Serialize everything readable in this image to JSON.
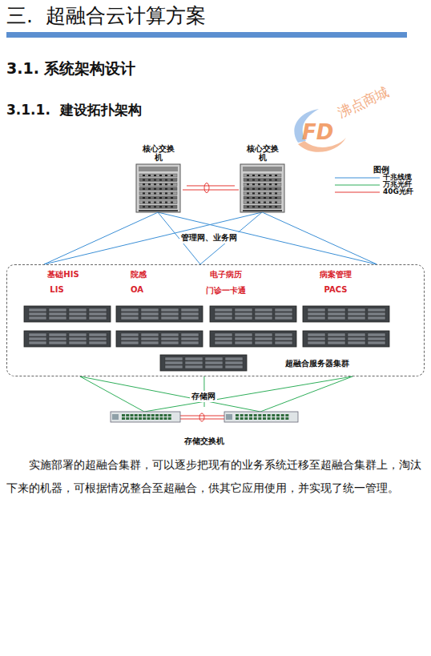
{
  "diagram": {
    "title": "三.  超融合云计算方案",
    "nodes": [
      {
        "text": [
          "核心交换 机"
        ]
      },
      {
        "text": [
          "核心交换 机"
        ]
      },
      {
        "text": [
          "基础HIS",
          "LIS",
          "院感",
          "OA",
          "电子病历",
          "门诊一卡通",
          "病案管理",
          "PACS",
          "超融合服务器集群"
        ]
      },
      {
        "text": [
          "存储交换机"
        ]
      }
    ],
    "edges": [
      {
        "from": 0,
        "to": 1,
        "arrow": "none"
      },
      {
        "from": 0,
        "to": 2,
        "arrow": "none"
      },
      {
        "from": 1,
        "to": 2,
        "arrow": "none"
      },
      {
        "from": 2,
        "to": 3,
        "arrow": "none"
      }
    ],
    "labels": [
      "3.1. 系统架构设计",
      "3.1.1.  建设拓扑架构",
      "FD",
      "沸点商城",
      "图例",
      "管理网、业务网",
      "存储网",
      "实施部署的超融合集群，可以逐步把现有的业务系统迁移至超融合集群上，淘汰下来的机器，可根据情况整合至超融合，供其它应用使用，并实现了统一管理。"
    ],
    "legend": [
      {
        "text": "千兆线缆"
      },
      {
        "text": "万兆光纤"
      },
      {
        "text": "40G光纤"
      }
    ]
  }
}
